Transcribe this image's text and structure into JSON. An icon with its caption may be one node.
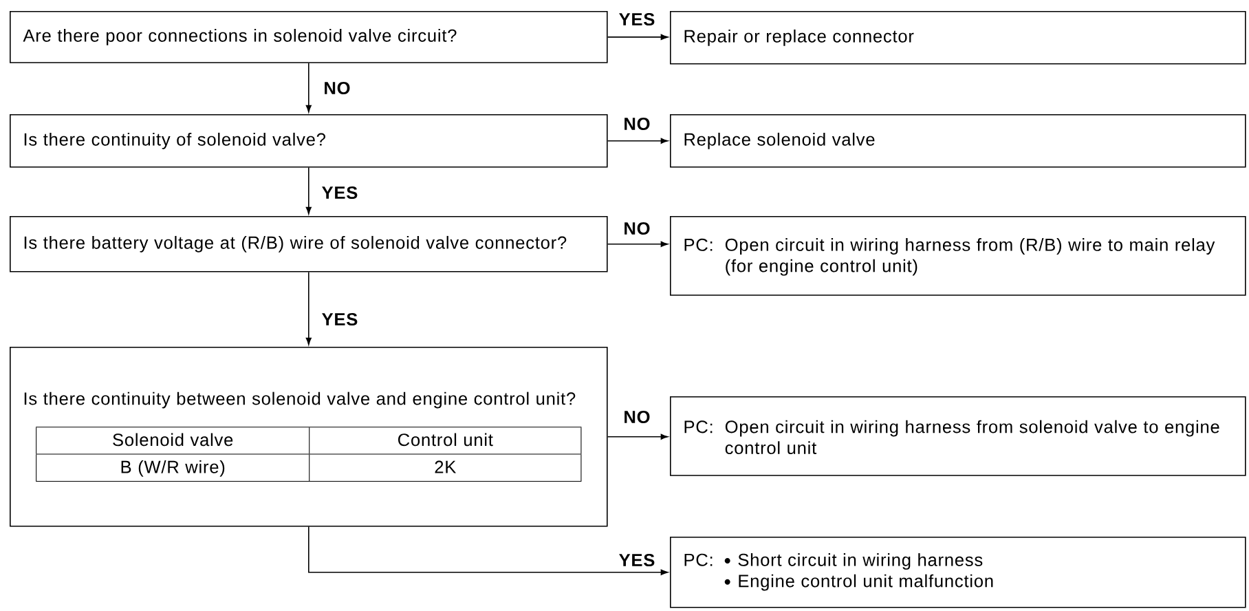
{
  "diagram": {
    "nodes": [
      {
        "text": [
          "Are there poor connections in solenoid valve circuit?"
        ]
      },
      {
        "text": [
          "Repair or replace connector"
        ]
      },
      {
        "text": [
          "Is there continuity of solenoid valve?"
        ]
      },
      {
        "text": [
          "Replace solenoid valve"
        ]
      },
      {
        "text": [
          "Is there battery voltage at (R/B) wire of solenoid valve connector?"
        ]
      },
      {
        "text": [
          "PC:",
          "Open circuit in wiring harness from (R/B) wire to main relay (for engine control unit)"
        ]
      },
      {
        "text": [
          "Is there continuity between solenoid valve and engine control unit?"
        ]
      },
      {
        "text": [
          "PC:",
          "Open circuit in wiring harness from solenoid valve to engine control unit"
        ]
      },
      {
        "text": [
          "PC:",
          "Short circuit in wiring harness",
          "Engine control unit malfunction"
        ]
      }
    ],
    "edges": [
      {
        "from": 0,
        "to": 1,
        "arrow": "to",
        "label": "YES"
      },
      {
        "from": 0,
        "to": 2,
        "arrow": "to",
        "label": "NO"
      },
      {
        "from": 2,
        "to": 3,
        "arrow": "to",
        "label": "NO"
      },
      {
        "from": 2,
        "to": 4,
        "arrow": "to",
        "label": "YES"
      },
      {
        "from": 4,
        "to": 5,
        "arrow": "to",
        "label": "NO"
      },
      {
        "from": 4,
        "to": 6,
        "arrow": "to",
        "label": "YES"
      },
      {
        "from": 6,
        "to": 7,
        "arrow": "to",
        "label": "NO"
      },
      {
        "from": 6,
        "to": 8,
        "arrow": "to",
        "label": "YES"
      }
    ],
    "labels": [
      "Solenoid valve",
      "Control unit",
      "B (W/R wire)",
      "2K"
    ]
  }
}
